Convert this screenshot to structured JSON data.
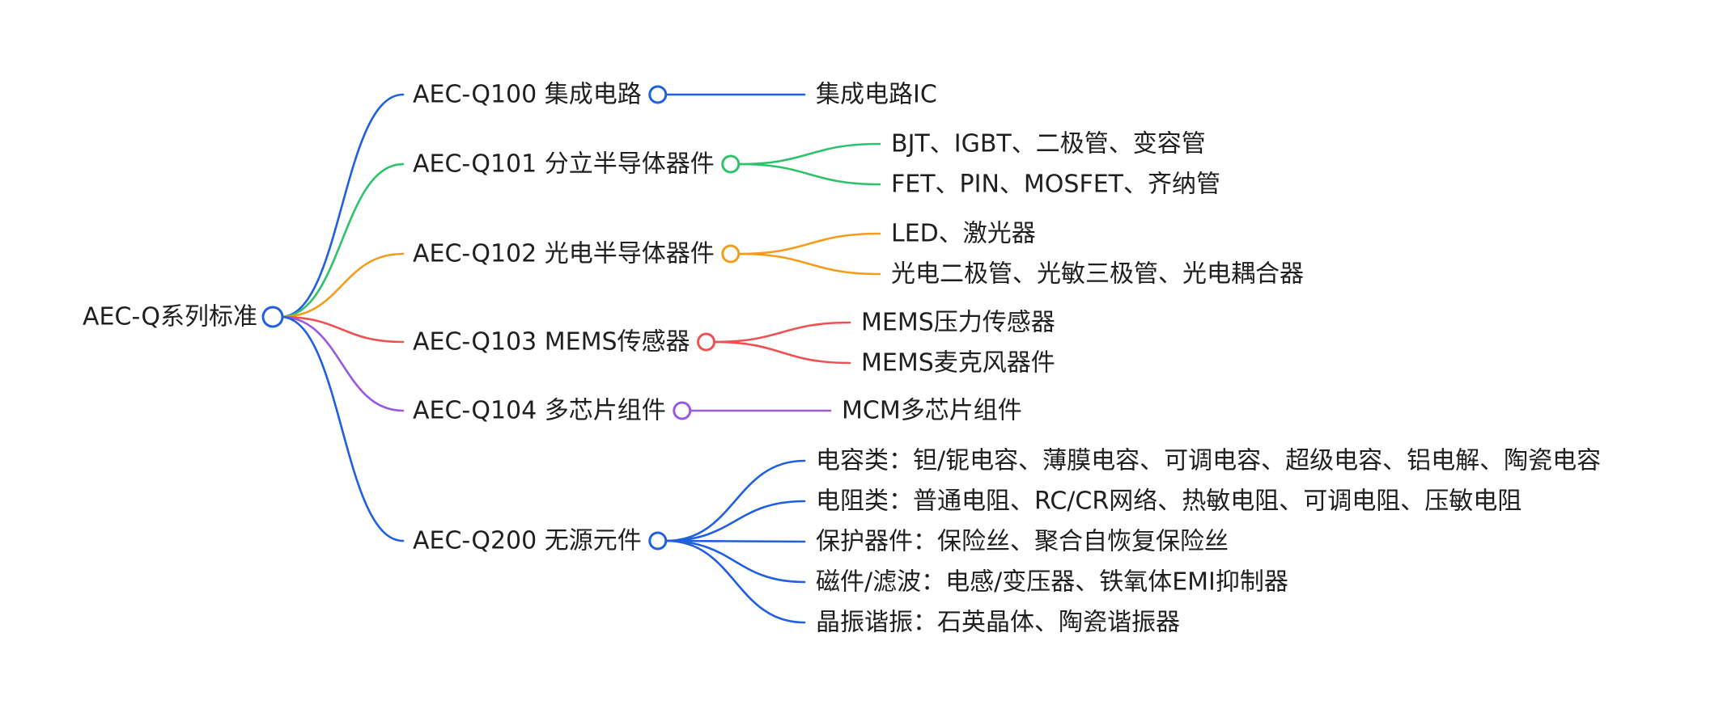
{
  "colors": {
    "blue": "#1f5fe0",
    "green": "#2ec26a",
    "orange": "#f39c1a",
    "red": "#ee5151",
    "purple": "#9b59e0"
  },
  "root": {
    "label": "AEC-Q系列标准",
    "color": "#1f5fe0"
  },
  "branches": [
    {
      "name": "q100",
      "label": "AEC-Q100 集成电路",
      "color": "#1f5fe0",
      "children": [
        "集成电路IC"
      ]
    },
    {
      "name": "q101",
      "label": "AEC-Q101 分立半导体器件",
      "color": "#2ec26a",
      "children": [
        "BJT、IGBT、二极管、变容管",
        "FET、PIN、MOSFET、齐纳管"
      ]
    },
    {
      "name": "q102",
      "label": "AEC-Q102 光电半导体器件",
      "color": "#f39c1a",
      "children": [
        "LED、激光器",
        "光电二极管、光敏三极管、光电耦合器"
      ]
    },
    {
      "name": "q103",
      "label": "AEC-Q103 MEMS传感器",
      "color": "#ee5151",
      "children": [
        "MEMS压力传感器",
        "MEMS麦克风器件"
      ]
    },
    {
      "name": "q104",
      "label": "AEC-Q104 多芯片组件",
      "color": "#9b59e0",
      "children": [
        "MCM多芯片组件"
      ]
    },
    {
      "name": "q200",
      "label": "AEC-Q200 无源元件",
      "color": "#1f5fe0",
      "children": [
        "电容类：钽/铌电容、薄膜电容、可调电容、超级电容、铝电解、陶瓷电容",
        "电阻类：普通电阻、RC/CR网络、热敏电阻、可调电阻、压敏电阻",
        "保护器件：保险丝、聚合自恢复保险丝",
        "磁件/滤波：电感/变压器、铁氧体EMI抑制器",
        "晶振谐振：石英晶体、陶瓷谐振器"
      ]
    }
  ]
}
